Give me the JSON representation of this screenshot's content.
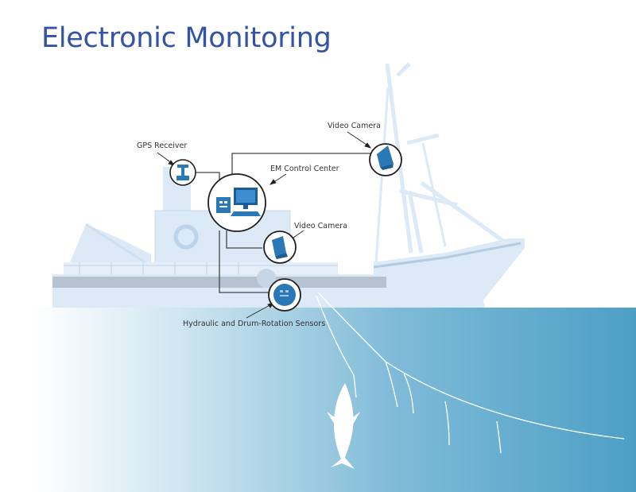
{
  "title": "Electronic Monitoring",
  "labels": {
    "gps_receiver": "GPS Receiver",
    "em_control_center": "EM Control Center",
    "video_camera_mast": "Video Camera",
    "video_camera_deck": "Video Camera",
    "sensors": "Hydraulic and Drum-Rotation Sensors"
  },
  "icons": [
    "gps-receiver-icon",
    "em-control-center-icon",
    "video-camera-icon",
    "video-camera-icon",
    "hydraulic-sensor-icon",
    "fish-icon"
  ],
  "colors": {
    "title": "#3453a4",
    "vessel": "#dce9f6",
    "vessel_outline": "#bcd3ea",
    "water": "#5ea9cc",
    "icon_blue": "#2a78b6",
    "cable": "#444444"
  }
}
